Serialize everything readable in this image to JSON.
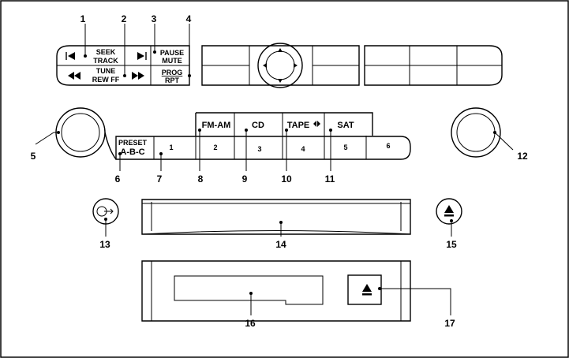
{
  "controls": {
    "seek_track": [
      "SEEK",
      "TRACK"
    ],
    "tune_rewff": [
      "TUNE",
      "REW FF"
    ],
    "pause_mute": [
      "PAUSE",
      "MUTE"
    ],
    "prog_rpt": [
      "PROG",
      "RPT"
    ],
    "preset": [
      "PRESET",
      "A-B-C"
    ],
    "fm_am": "FM-AM",
    "cd": "CD",
    "tape": "TAPE",
    "sat": "SAT",
    "presets": [
      "1",
      "2",
      "3",
      "4",
      "5",
      "6"
    ]
  },
  "callouts": [
    "1",
    "2",
    "3",
    "4",
    "5",
    "6",
    "7",
    "8",
    "9",
    "10",
    "11",
    "12",
    "13",
    "14",
    "15",
    "16",
    "17"
  ],
  "icons": [
    "prev-track-icon",
    "next-track-icon",
    "rewind-icon",
    "fast-forward-icon",
    "arrow-pad-icon",
    "tape-direction-icon",
    "power-knob-icon",
    "tuning-knob-icon",
    "load-icon",
    "eject-icon",
    "tape-eject-icon"
  ]
}
